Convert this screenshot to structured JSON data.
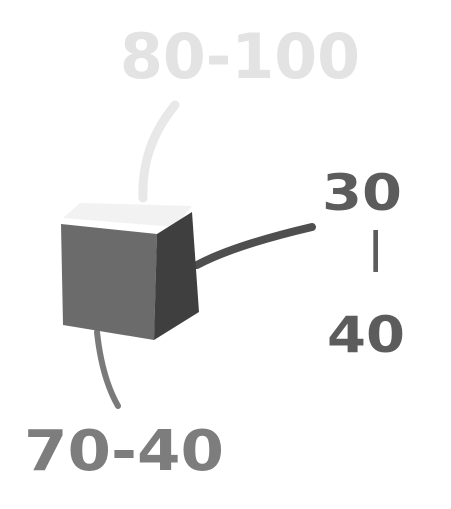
{
  "diagram": {
    "cube": {
      "top_face_color": "#f2f2f2",
      "front_face_color": "#6b6b6b",
      "side_face_color": "#3f3f3f"
    },
    "labels": {
      "top": {
        "text": "80-100",
        "color": "#e3e3e3"
      },
      "right_upper": {
        "text": "30",
        "color": "#5c5c5c"
      },
      "right_dash": {
        "text": "|",
        "color": "#5c5c5c"
      },
      "right_lower": {
        "text": "40",
        "color": "#5c5c5c"
      },
      "bottom_left": {
        "text": "70-40",
        "color": "#7d7d7d"
      }
    },
    "connector_colors": {
      "top": "#e8e8e8",
      "right": "#4f4f4f",
      "bottom": "#7a7a7a"
    }
  }
}
